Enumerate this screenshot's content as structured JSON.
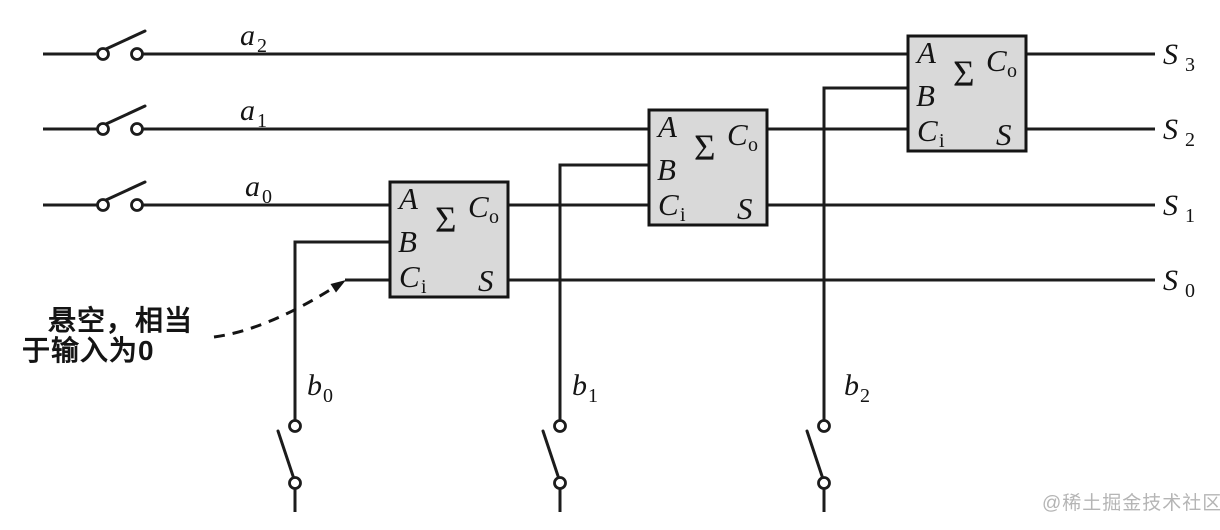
{
  "inputs": {
    "a2": {
      "base": "a",
      "sub": "2"
    },
    "a1": {
      "base": "a",
      "sub": "1"
    },
    "a0": {
      "base": "a",
      "sub": "0"
    },
    "b0": {
      "base": "b",
      "sub": "0"
    },
    "b1": {
      "base": "b",
      "sub": "1"
    },
    "b2": {
      "base": "b",
      "sub": "2"
    }
  },
  "outputs": {
    "s3": {
      "base": "S",
      "sub": "3"
    },
    "s2": {
      "base": "S",
      "sub": "2"
    },
    "s1": {
      "base": "S",
      "sub": "1"
    },
    "s0": {
      "base": "S",
      "sub": "0"
    }
  },
  "adder_block": {
    "sigma": "Σ",
    "pin_a": "A",
    "pin_b": "B",
    "pin_ci_base": "C",
    "pin_ci_sub": "i",
    "pin_co_base": "C",
    "pin_co_sub": "o",
    "pin_s": "S"
  },
  "annotation": {
    "line1": "悬空，相当",
    "line2": "于输入为0"
  },
  "watermark": "@稀土掘金技术社区",
  "colors": {
    "wire": "#1c1c1c",
    "adder_fill": "#d9d9d9",
    "adder_border": "#141414",
    "text": "#141414",
    "watermark": "#b5b5b5",
    "background": "#ffffff"
  }
}
